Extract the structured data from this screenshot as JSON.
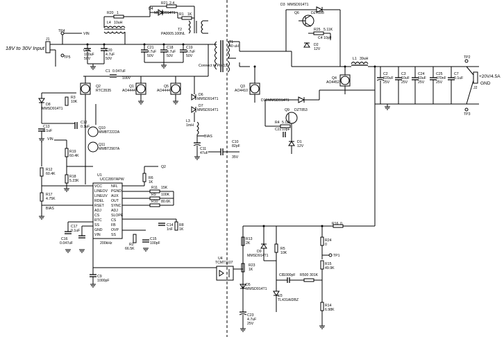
{
  "io": {
    "input": "18V to 30V Input",
    "output_a": "+20V/4.5A",
    "output_b": "GND"
  },
  "connectors": {
    "j1": "J1",
    "j2": "J2",
    "tp1": "TP1",
    "tp2": "TP2",
    "tp3": "TP3",
    "tp4": "TP4",
    "tp5": "TP5",
    "vin": "VIN",
    "connect_note": "Connect to Pin 13"
  },
  "labels": {
    "c26": "C26",
    "c26v": "100uF",
    "c26r": "50V",
    "c20": "C20",
    "c20v": "4.7uF",
    "c20r": "50V",
    "c21": "C21",
    "c21v": "4.7uF",
    "c21r": "50V",
    "c18": "C18",
    "c18v": "4.7uF",
    "c18r": "50V",
    "c19": "C19",
    "c19v": "4.7uF",
    "c19r": "50V",
    "c1": "C1",
    "c1v": "0.047uF",
    "c1r": "100V",
    "r20": "R20",
    "r20v": "1",
    "r21": "R21",
    "r21v": "2.4",
    "r1": "R1",
    "r1v": "1K",
    "d4": "D4",
    "d4v": "MMSD914T1",
    "l4": "L4",
    "l4v": "10uH",
    "t2": "T2",
    "t2v": "PA0005.100NL",
    "t1": "T1",
    "t1v": "40 uH",
    "d3": "D3",
    "d3v": "MMSD914T1",
    "q6": "Q6",
    "q6v": "DZT853",
    "r25": "R25",
    "r25v": "5.11K",
    "c4": "C4",
    "c4v": "10pF",
    "d2": "D2",
    "d2v": "12V",
    "l1": "L1",
    "l1v": "39uH",
    "c2": "C2",
    "c2v": "220uF",
    "c2r": "25V",
    "c3": "C3",
    "c3v": "10uF",
    "c3r": "25V",
    "c24": "C24",
    "c24v": "10uF",
    "c24r": "25V",
    "c25": "C25",
    "c25v": "470nF",
    "c25r": "25V",
    "c7": "C7",
    "c7v": "0.1uF",
    "q2": "Q2",
    "q2v": "RTC3535",
    "q1": "Q1",
    "q1v": "AO4444",
    "q5": "Q5",
    "q5v": "AO4444",
    "q3": "Q3",
    "q3v": "AO4410",
    "q4": "Q4",
    "q4v": "AO4452",
    "d8": "D8",
    "d8v": "MMSD914T1",
    "r3": "R3",
    "r3v": "10K",
    "d6": "D6",
    "d6v": "MMSD914T1",
    "d7": "D7",
    "d7v": "MMSD914T1",
    "l3": "L3",
    "l3v": "1mH",
    "c11": "C11",
    "c11v": "47uF",
    "c10": "C10",
    "c10v": "82pF",
    "c10r": "35V",
    "d10": "D10",
    "d10v": "MMSD914T1",
    "q9": "Q9",
    "q9v": "DZT853",
    "r4": "R4",
    "r4v": "5.11K",
    "c22": "C22",
    "c22v": "10pF",
    "d1": "D1",
    "d1v": "12V",
    "c13": "C13",
    "c13v": "0.1uF",
    "c12": "C12",
    "c12v": "0.1uF",
    "q10": "Q10",
    "q10v": "MMBT2222A",
    "q11": "Q11",
    "q11v": "MMBT2907A",
    "r19": "R19",
    "r19v": "60.4K",
    "r18": "R18",
    "r18v": "5.23K",
    "r12": "R12",
    "r12v": "60.4K",
    "r17": "R17",
    "r17v": "4.75K",
    "u1": "U1",
    "u1v": "UCC2897APW",
    "r6": "R6",
    "r6v": "1K",
    "r11": "R11",
    "r11v": "15K",
    "r9": "R9",
    "r9v": "100K",
    "r10": "R10",
    "r10v": "80.6K",
    "c14": "C14",
    "c14v": "1nF",
    "r8": "R8",
    "r8v": "1K",
    "c15": "C15",
    "c15v": "100pF",
    "r2": "R2",
    "r2v": "66.5K",
    "c17": "C17",
    "c17v": "0.1uF",
    "c16": "C16",
    "c16v": "0.047uF",
    "freq": "200kHz",
    "c9": "C9",
    "c9v": "1000pF",
    "u4": "U4",
    "u4v": "TCMT1107",
    "r13": "R13",
    "r13v": "2K",
    "d9": "D9",
    "d9v": "MMSD914T1",
    "r5": "R5",
    "r5v": "10K",
    "r23": "R23",
    "r23v": "1K",
    "d5": "D5",
    "d5v": "MMSD914T1",
    "c8": "C8",
    "c8v": "1000pF",
    "r500": "R500",
    "r500v": "301K",
    "u3": "U3",
    "u3v": "TL431AIDBZ",
    "c23": "C23",
    "c23v": "4.7uF",
    "c23r": "25V",
    "r16": "R16",
    "r16v": "0",
    "r24": "R24",
    "r24v": "0",
    "r15": "R15",
    "r15v": "49.9K",
    "r14": "R14",
    "r14v": "6.98K",
    "bias1": "BIAS",
    "bias2": "BIAS",
    "pins": [
      "VCC",
      "LINEOV",
      "LINEUV",
      "RDEL",
      "RSET",
      "ADJ",
      "CS",
      "RTC",
      "SS",
      "GND",
      "VIN",
      "NFL",
      "PGND",
      "AUX",
      "OUT",
      "SYNC",
      "ADJ",
      "SLOPE",
      "CS",
      "FB",
      "OVP",
      "SS"
    ]
  }
}
